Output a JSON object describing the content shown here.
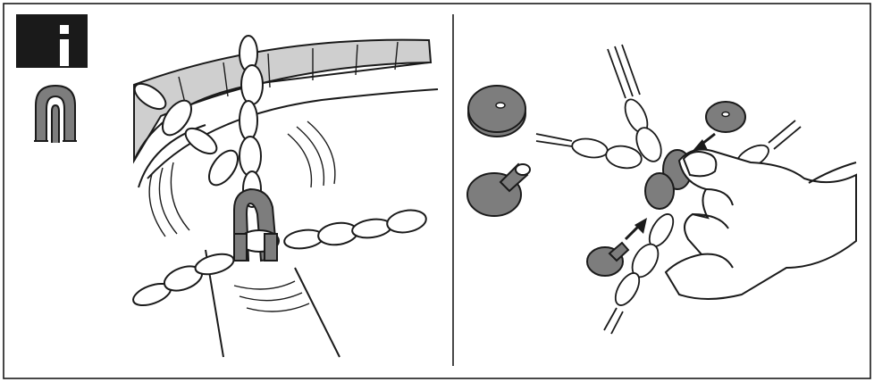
{
  "figure": {
    "panels": [
      {
        "id": "left",
        "content": "chain-link-connector-assembly",
        "icons": [
          "info-icon",
          "u-clip-connector-icon"
        ]
      },
      {
        "id": "right",
        "content": "rivet-fastening-by-hand",
        "icons": [
          "washer-icon",
          "rivet-icon",
          "arrow-icon"
        ]
      }
    ]
  },
  "colors": {
    "ink": "#1a1a1a",
    "gray_fill": "#7d7d7d",
    "light_gray_fill": "#cfcfcf",
    "white": "#ffffff"
  }
}
